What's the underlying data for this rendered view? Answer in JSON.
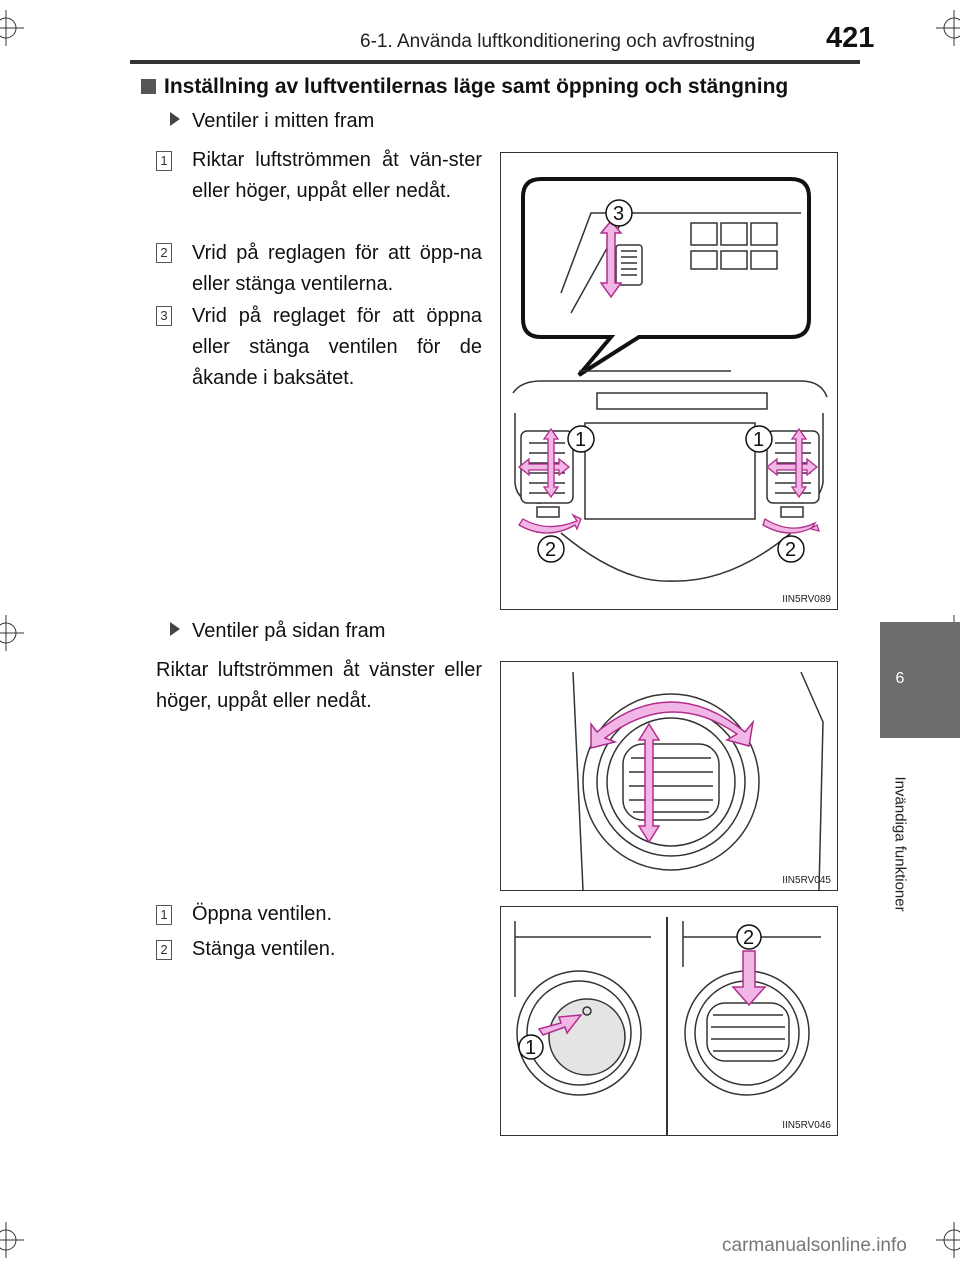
{
  "header": {
    "chapter": "6-1. Använda luftkonditionering och avfrostning",
    "page_number": "421"
  },
  "side_tab": {
    "number": "6",
    "label": "Invändiga funktioner"
  },
  "section": {
    "heading": "Inställning av luftventilernas läge samt öppning och stängning"
  },
  "center_vents": {
    "title": "Ventiler i mitten fram",
    "steps": [
      {
        "num": "1",
        "text": "Riktar luftströmmen åt vän-ster eller höger, uppåt eller nedåt."
      },
      {
        "num": "2",
        "text": "Vrid på reglagen för att öpp-na eller stänga ventilerna."
      },
      {
        "num": "3",
        "text": "Vrid på reglaget för att öppna eller stänga ventilen för de åkande i baksätet."
      }
    ],
    "figure": {
      "code": "IIN5RV089",
      "callouts": [
        "1",
        "1",
        "2",
        "2",
        "3"
      ]
    }
  },
  "side_vents": {
    "title": "Ventiler på sidan fram",
    "text": "Riktar luftströmmen åt vänster eller höger, uppåt eller nedåt.",
    "figure": {
      "code": "IIN5RV045"
    }
  },
  "open_close": {
    "steps": [
      {
        "num": "1",
        "text": "Öppna ventilen."
      },
      {
        "num": "2",
        "text": "Stänga ventilen."
      }
    ],
    "figure": {
      "code": "IIN5RV046",
      "callouts": [
        "1",
        "2"
      ]
    }
  },
  "watermark": "carmanualsonline.info",
  "colors": {
    "arrow_fill": "#f2b6e6",
    "arrow_stroke": "#b02d8c",
    "tab": "#6d6d6d"
  }
}
